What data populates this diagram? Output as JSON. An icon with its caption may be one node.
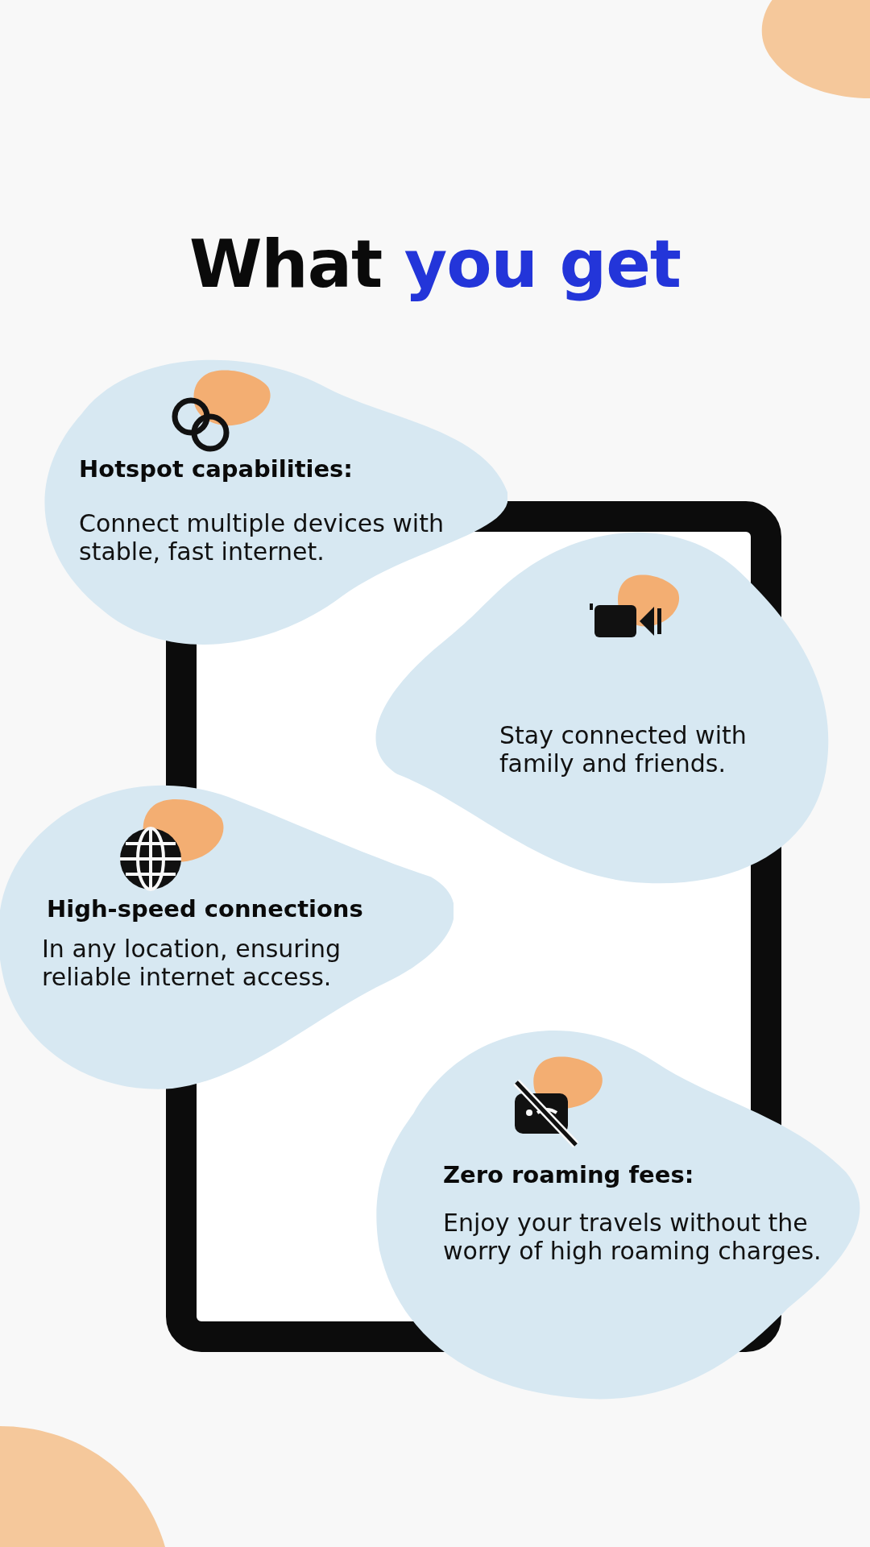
{
  "diagram": {
    "title": "What you get",
    "nodes": [
      {
        "text": [
          "Hotspot capabilities:",
          "Connect multiple devices with stable, fast internet."
        ]
      },
      {
        "text": [
          "Stay connected with family and friends."
        ]
      },
      {
        "text": [
          "High-speed connections",
          "In any location, ensuring reliable internet access."
        ]
      },
      {
        "text": [
          "Zero roaming fees:",
          "Enjoy your travels without the worry of high roaming charges."
        ]
      }
    ]
  }
}
